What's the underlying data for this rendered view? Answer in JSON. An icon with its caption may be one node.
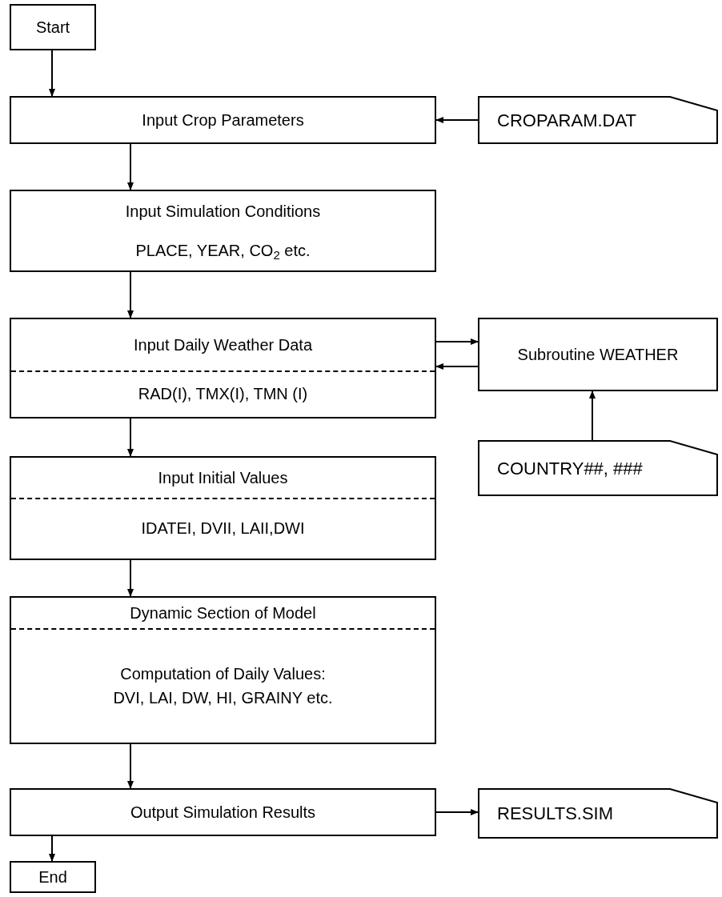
{
  "diagram": {
    "nodes": [
      {
        "text": [
          "Start"
        ]
      },
      {
        "text": [
          "Input Crop Parameters"
        ]
      },
      {
        "text": [
          "CROPARAM.DAT"
        ]
      },
      {
        "text": [
          "Input Simulation Conditions",
          "PLACE, YEAR, CO$_{2}$ etc."
        ]
      },
      {
        "text": [
          "Input Daily Weather Data",
          "RAD(I), TMX(I), TMN (I)"
        ]
      },
      {
        "text": [
          "Subroutine WEATHER"
        ]
      },
      {
        "text": [
          "COUNTRY##, ###"
        ]
      },
      {
        "text": [
          "Input Initial Values",
          "IDATEI, DVII, LAII,DWI"
        ]
      },
      {
        "text": [
          "Dynamic Section of Model",
          "Computation of Daily Values:",
          "DVI, LAI, DW, HI, GRAINY etc."
        ]
      },
      {
        "text": [
          "Output Simulation Results"
        ]
      },
      {
        "text": [
          "RESULTS.SIM"
        ]
      },
      {
        "text": [
          "End"
        ]
      }
    ],
    "edges": [
      {
        "from": 0,
        "to": 1,
        "arrow": "to"
      },
      {
        "from": 2,
        "to": 1,
        "arrow": "to"
      },
      {
        "from": 1,
        "to": 3,
        "arrow": "to"
      },
      {
        "from": 3,
        "to": 4,
        "arrow": "to"
      },
      {
        "from": 4,
        "to": 5,
        "arrow": "to"
      },
      {
        "from": 5,
        "to": 4,
        "arrow": "to"
      },
      {
        "from": 6,
        "to": 5,
        "arrow": "to"
      },
      {
        "from": 4,
        "to": 7,
        "arrow": "to"
      },
      {
        "from": 7,
        "to": 8,
        "arrow": "to"
      },
      {
        "from": 8,
        "to": 9,
        "arrow": "to"
      },
      {
        "from": 9,
        "to": 10,
        "arrow": "to"
      },
      {
        "from": 9,
        "to": 11,
        "arrow": "to"
      }
    ]
  }
}
